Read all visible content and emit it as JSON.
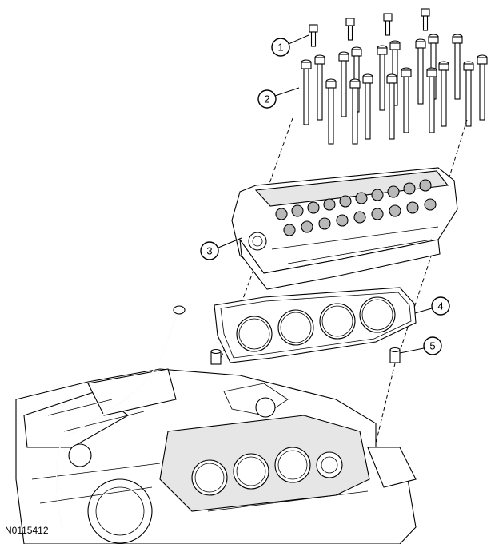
{
  "figure_id": "N0115412",
  "callouts": [
    {
      "number": "1",
      "part": "short cylinder head bolts"
    },
    {
      "number": "2",
      "part": "long cylinder head bolts"
    },
    {
      "number": "3",
      "part": "cylinder head"
    },
    {
      "number": "4",
      "part": "cylinder head gasket"
    },
    {
      "number": "5",
      "part": "dowel pin"
    }
  ]
}
